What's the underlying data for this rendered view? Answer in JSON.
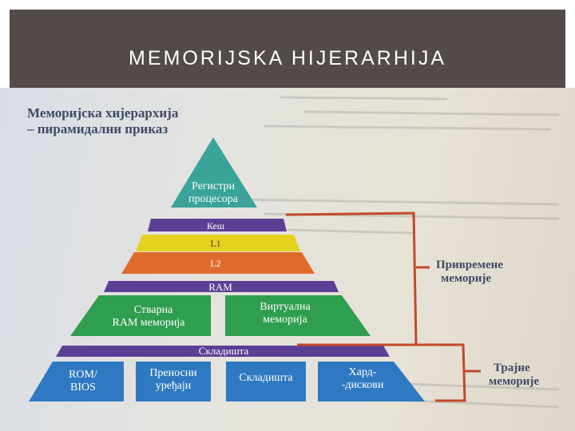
{
  "header": {
    "title": "MEMORIJSKA HIJERARHIJA"
  },
  "figure": {
    "caption_line1": "Меморијска хијерархија",
    "caption_line2": "– пирамидални приказ",
    "levels": {
      "registers_line1": "Регистри",
      "registers_line2": "процесора",
      "cache": "Кеш",
      "l1": "L1",
      "l2": "L2",
      "ram": "RAM",
      "real_ram_line1": "Стварна",
      "real_ram_line2": "RAM меморија",
      "virtual_line1": "Виртуална",
      "virtual_line2": "меморија",
      "storage": "Складишта",
      "rom_line1": "ROM/",
      "rom_line2": "BIOS",
      "portable_line1": "Преносни",
      "portable_line2": "уређаји",
      "storage_box": "Складишта",
      "hdd_line1": "Хард-",
      "hdd_line2": "-дискови"
    },
    "bracket_labels": {
      "temporary_line1": "Привремене",
      "temporary_line2": "меморије",
      "permanent_line1": "Трајне",
      "permanent_line2": "меморије"
    },
    "colors": {
      "registers": "#3aa39a",
      "cache": "#5b3f95",
      "l1": "#e5d21f",
      "l2": "#e06a2e",
      "ram_band": "#5b3f95",
      "ram_blocks": "#2f9e4f",
      "storage_band": "#5b3f95",
      "storage_blocks": "#2f79c2",
      "bracket": "#c24a2a"
    }
  }
}
